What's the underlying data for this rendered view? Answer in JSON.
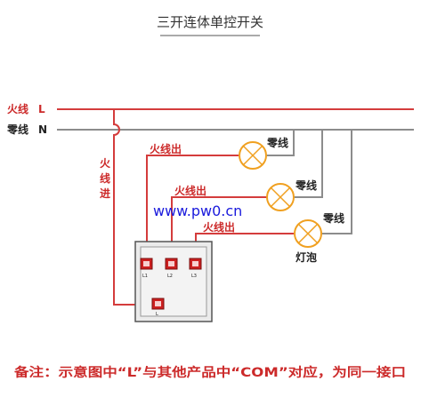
{
  "title": "三开连体单控开关",
  "colors": {
    "live": "#d43c3c",
    "neutral": "#8c8c8c",
    "terminal": "#cc2020",
    "switch_fill": "#e8e8e8",
    "bulb": "#f0a020"
  },
  "mains": {
    "live_label": "火线",
    "live_letter": "L",
    "neutral_label": "零线",
    "neutral_letter": "N"
  },
  "live_in": [
    "火",
    "线",
    "进"
  ],
  "outputs": [
    {
      "live_out_label": "火线出",
      "neutral_label": "零线"
    },
    {
      "live_out_label": "火线出",
      "neutral_label": "零线"
    },
    {
      "live_out_label": "火线出",
      "neutral_label": "零线"
    }
  ],
  "bulb_label": "灯泡",
  "watermark": "www.pw0.cn",
  "switch": {
    "terminals": [
      "L1",
      "L2",
      "L3"
    ],
    "common": "L"
  },
  "note": "备注：示意图中“L”与其他产品中“COM”对应，为同一接口"
}
